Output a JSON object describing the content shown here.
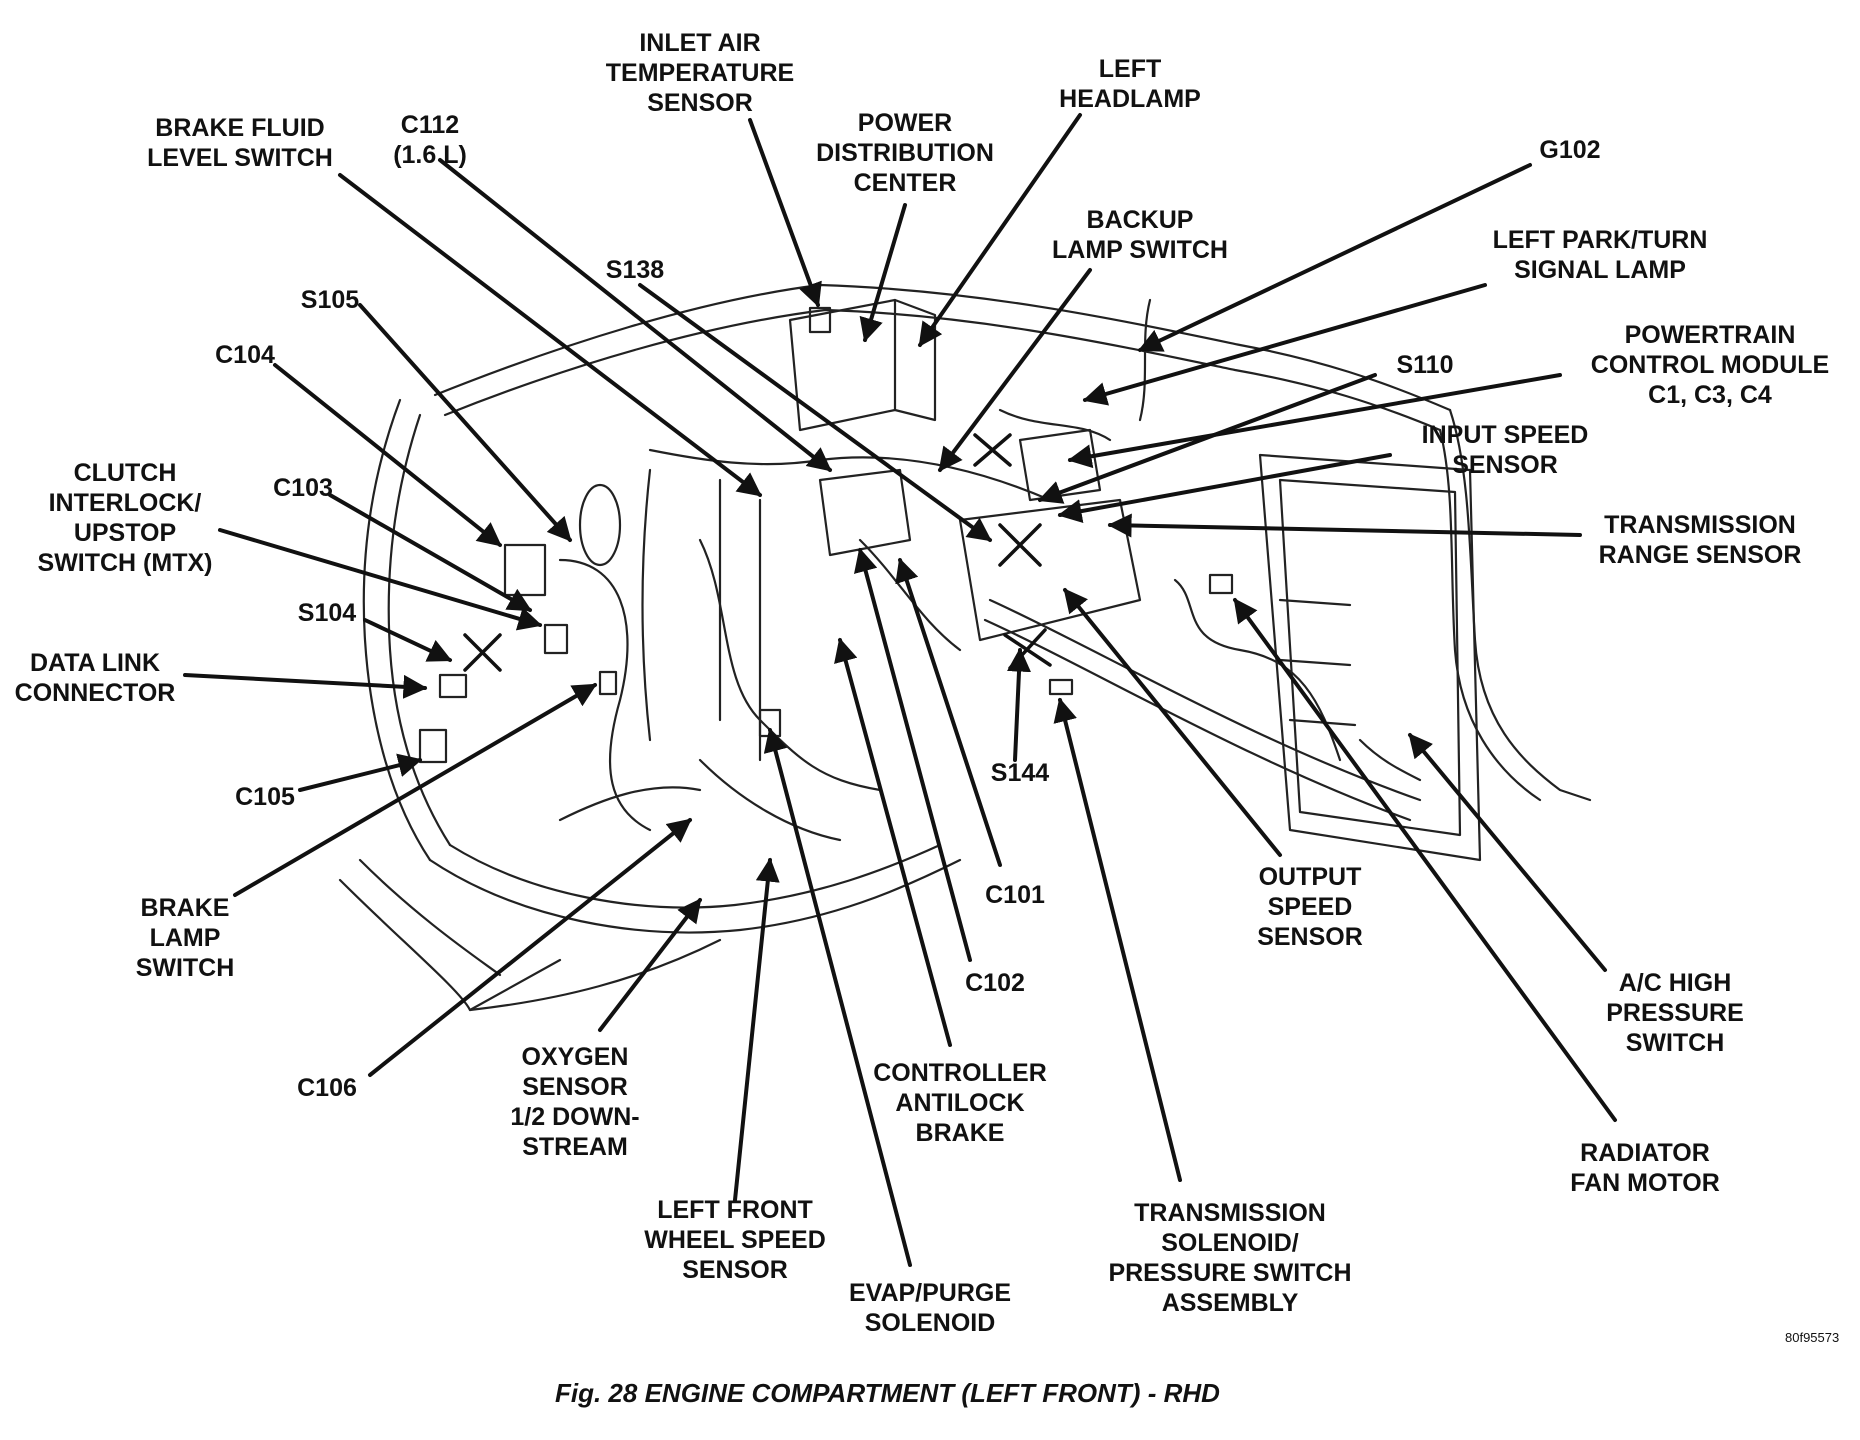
{
  "diagram": {
    "caption": "Fig. 28 ENGINE COMPARTMENT (LEFT FRONT) - RHD",
    "figure_code": "80f95573",
    "labels": [
      {
        "key": "inlet-air-temperature-sensor",
        "lines": [
          "INLET AIR",
          "TEMPERATURE",
          "SENSOR"
        ]
      },
      {
        "key": "left-headlamp",
        "lines": [
          "LEFT",
          "HEADLAMP"
        ]
      },
      {
        "key": "power-distribution-center",
        "lines": [
          "POWER",
          "DISTRIBUTION",
          "CENTER"
        ]
      },
      {
        "key": "brake-fluid-level-switch",
        "lines": [
          "BRAKE FLUID",
          "LEVEL SWITCH"
        ]
      },
      {
        "key": "c112",
        "lines": [
          "C112",
          "(1.6 L)"
        ]
      },
      {
        "key": "g102",
        "lines": [
          "G102"
        ]
      },
      {
        "key": "backup-lamp-switch",
        "lines": [
          "BACKUP",
          "LAMP SWITCH"
        ]
      },
      {
        "key": "left-park-turn-signal-lamp",
        "lines": [
          "LEFT PARK/TURN",
          "SIGNAL LAMP"
        ]
      },
      {
        "key": "s138",
        "lines": [
          "S138"
        ]
      },
      {
        "key": "s105",
        "lines": [
          "S105"
        ]
      },
      {
        "key": "powertrain-control-module",
        "lines": [
          "POWERTRAIN",
          "CONTROL MODULE",
          "C1, C3, C4"
        ]
      },
      {
        "key": "s110",
        "lines": [
          "S110"
        ]
      },
      {
        "key": "c104",
        "lines": [
          "C104"
        ]
      },
      {
        "key": "input-speed-sensor",
        "lines": [
          "INPUT SPEED",
          "SENSOR"
        ]
      },
      {
        "key": "clutch-interlock-upstop-switch",
        "lines": [
          "CLUTCH",
          "INTERLOCK/",
          "UPSTOP",
          "SWITCH (MTX)"
        ]
      },
      {
        "key": "c103",
        "lines": [
          "C103"
        ]
      },
      {
        "key": "transmission-range-sensor",
        "lines": [
          "TRANSMISSION",
          "RANGE SENSOR"
        ]
      },
      {
        "key": "s104",
        "lines": [
          "S104"
        ]
      },
      {
        "key": "data-link-connector",
        "lines": [
          "DATA LINK",
          "CONNECTOR"
        ]
      },
      {
        "key": "s144",
        "lines": [
          "S144"
        ]
      },
      {
        "key": "c105",
        "lines": [
          "C105"
        ]
      },
      {
        "key": "output-speed-sensor",
        "lines": [
          "OUTPUT",
          "SPEED",
          "SENSOR"
        ]
      },
      {
        "key": "c101",
        "lines": [
          "C101"
        ]
      },
      {
        "key": "brake-lamp-switch",
        "lines": [
          "BRAKE",
          "LAMP",
          "SWITCH"
        ]
      },
      {
        "key": "c102",
        "lines": [
          "C102"
        ]
      },
      {
        "key": "a-c-high-pressure-switch",
        "lines": [
          "A/C HIGH",
          "PRESSURE",
          "SWITCH"
        ]
      },
      {
        "key": "c106",
        "lines": [
          "C106"
        ]
      },
      {
        "key": "oxygen-sensor",
        "lines": [
          "OXYGEN",
          "SENSOR",
          "1/2 DOWN-",
          "STREAM"
        ]
      },
      {
        "key": "controller-antilock-brake",
        "lines": [
          "CONTROLLER",
          "ANTILOCK",
          "BRAKE"
        ]
      },
      {
        "key": "radiator-fan-motor",
        "lines": [
          "RADIATOR",
          "FAN MOTOR"
        ]
      },
      {
        "key": "left-front-wheel-speed-sensor",
        "lines": [
          "LEFT FRONT",
          "WHEEL SPEED",
          "SENSOR"
        ]
      },
      {
        "key": "transmission-solenoid-pressure-switch-assembly",
        "lines": [
          "TRANSMISSION",
          "SOLENOID/",
          "PRESSURE SWITCH",
          "ASSEMBLY"
        ]
      },
      {
        "key": "evap-purge-solenoid",
        "lines": [
          "EVAP/PURGE",
          "SOLENOID"
        ]
      }
    ]
  }
}
